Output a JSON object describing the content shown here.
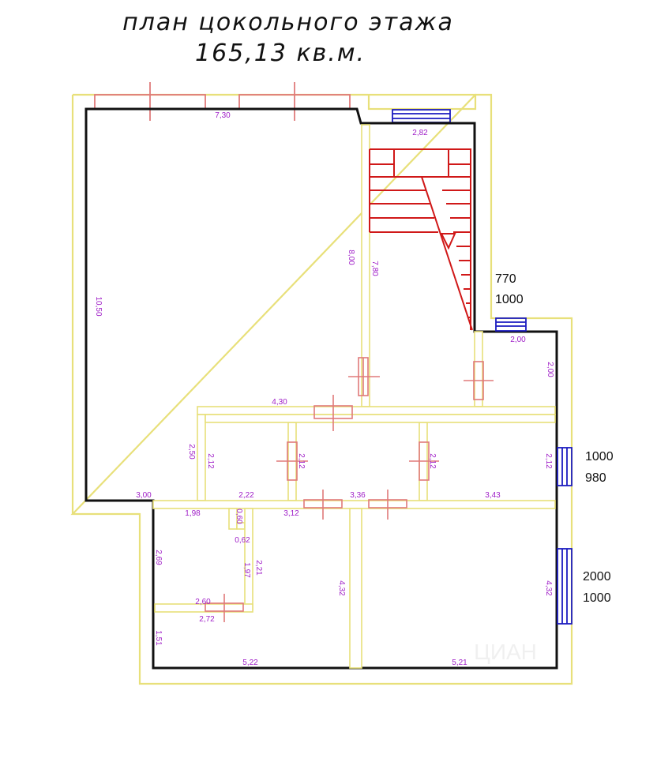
{
  "title": {
    "line1": "план цокольного этажа",
    "line2": "165,13 кв.м."
  },
  "dimensions": {
    "top_wall": "7,30",
    "window_top": "2,82",
    "left_wall": "10,50",
    "hall_vertical": "8,00",
    "stair_vertical": "7,80",
    "right_small_window": "2,00",
    "small_room_height": "2,00",
    "corridor_top": "4,30",
    "left_step": "2,50",
    "room_a_height": "2,12",
    "room_b_height": "2,12",
    "room_c_height": "2,12",
    "right_room_height": "2,12",
    "bottom_left_ext": "3,00",
    "room_a_width": "2,22",
    "room_b_width": "3,36",
    "room_c_width": "3,43",
    "bath_top": "1,98",
    "bath_gap": "0,60",
    "bath_mid": "0,62",
    "bath_wall_a": "1,97",
    "bath_wall_b": "2,21",
    "bath_side": "2,69",
    "bath_bottom_a": "2,60",
    "bath_bottom_b": "2,72",
    "lower_left_side": "1,51",
    "lower_mid_top": "3,12",
    "lower_divider": "4,32",
    "lower_right_side": "4,32",
    "lower_left_width": "5,22",
    "lower_right_width": "5,21"
  },
  "openings": {
    "opening_1_w": "770",
    "opening_1_h": "1000",
    "opening_2_w": "1000",
    "opening_2_h": "980",
    "opening_3_w": "2000",
    "opening_3_h": "1000"
  },
  "colors": {
    "walls": "#111111",
    "outline": "#e8e07a",
    "windows_pink": "#e07a7a",
    "stairs": "#d01818",
    "windows_blue": "#1c1cc0",
    "dimension_text": "#a020c8"
  }
}
